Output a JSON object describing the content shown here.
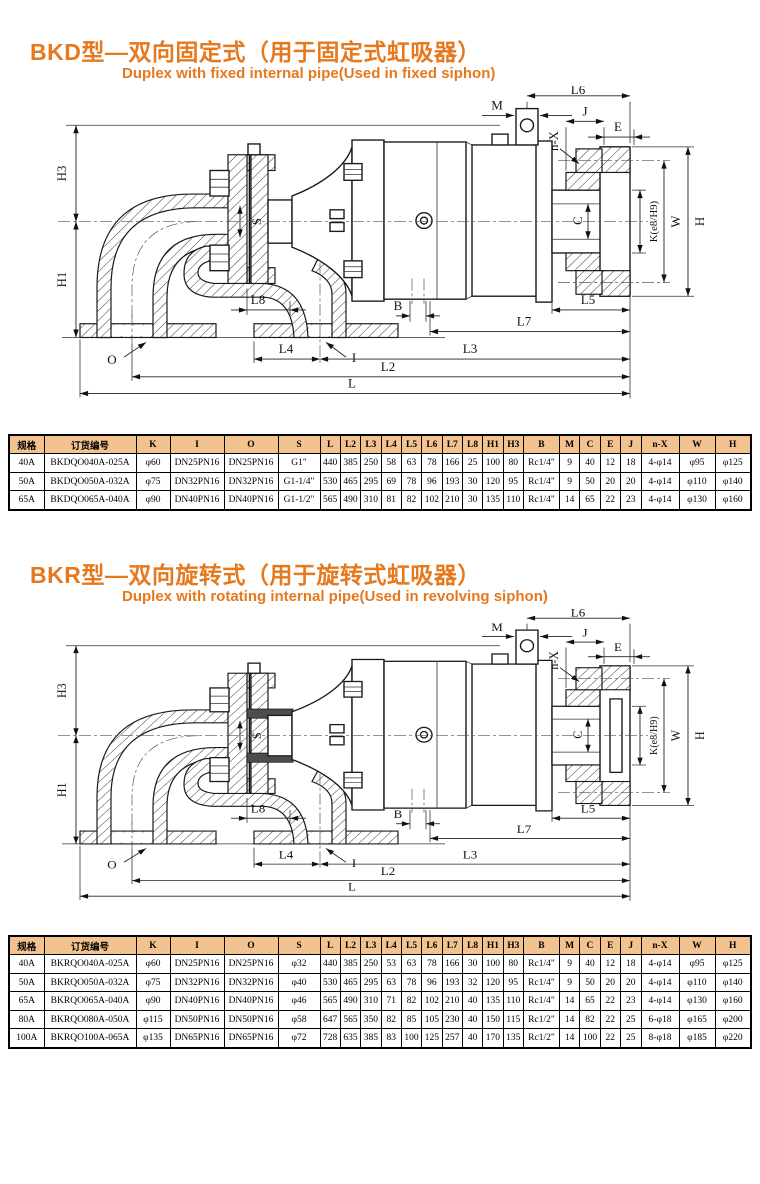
{
  "page": {
    "accent_orange": "#e6781d",
    "table_header_bg": "#f2c28f"
  },
  "sections": [
    {
      "id": "bkd",
      "title_zh": "BKD型—双向固定式（用于固定式虹吸器）",
      "title_en": "Duplex with fixed internal pipe(Used in fixed siphon)"
    },
    {
      "id": "bkr",
      "title_zh": "BKR型—双向旋转式（用于旋转式虹吸器）",
      "title_en": "Duplex with rotating internal pipe(Used in revolving siphon)"
    }
  ],
  "drawing_labels": {
    "h3": "H3",
    "h1": "H1",
    "m": "M",
    "l6": "L6",
    "j": "J",
    "e": "E",
    "nx": "n-X",
    "s": "S",
    "o": "O",
    "i": "I",
    "l8": "L8",
    "l4": "L4",
    "l3": "L3",
    "l2": "L2",
    "l": "L",
    "l7": "L7",
    "l5": "L5",
    "b": "B",
    "c": "C",
    "k": "K(e8/H9)",
    "w": "W",
    "h": "H"
  },
  "tables": {
    "bkd": {
      "columns": [
        "规格",
        "订货编号",
        "K",
        "I",
        "O",
        "S",
        "L",
        "L2",
        "L3",
        "L4",
        "L5",
        "L6",
        "L7",
        "L8",
        "H1",
        "H3",
        "B",
        "M",
        "C",
        "E",
        "J",
        "n-X",
        "W",
        "H"
      ],
      "rows": [
        [
          "40A",
          "BKDQO040A-025A",
          "φ60",
          "DN25PN16",
          "DN25PN16",
          "G1\"",
          "440",
          "385",
          "250",
          "58",
          "63",
          "78",
          "166",
          "25",
          "100",
          "80",
          "Rc1/4\"",
          "9",
          "40",
          "12",
          "18",
          "4-φ14",
          "φ95",
          "φ125"
        ],
        [
          "50A",
          "BKDQO050A-032A",
          "φ75",
          "DN32PN16",
          "DN32PN16",
          "G1-1/4\"",
          "530",
          "465",
          "295",
          "69",
          "78",
          "96",
          "193",
          "30",
          "120",
          "95",
          "Rc1/4\"",
          "9",
          "50",
          "20",
          "20",
          "4-φ14",
          "φ110",
          "φ140"
        ],
        [
          "65A",
          "BKDQO065A-040A",
          "φ90",
          "DN40PN16",
          "DN40PN16",
          "G1-1/2\"",
          "565",
          "490",
          "310",
          "81",
          "82",
          "102",
          "210",
          "30",
          "135",
          "110",
          "Rc1/4\"",
          "14",
          "65",
          "22",
          "23",
          "4-φ14",
          "φ130",
          "φ160"
        ]
      ]
    },
    "bkr": {
      "columns": [
        "规格",
        "订货编号",
        "K",
        "I",
        "O",
        "S",
        "L",
        "L2",
        "L3",
        "L4",
        "L5",
        "L6",
        "L7",
        "L8",
        "H1",
        "H3",
        "B",
        "M",
        "C",
        "E",
        "J",
        "n-X",
        "W",
        "H"
      ],
      "rows": [
        [
          "40A",
          "BKRQO040A-025A",
          "φ60",
          "DN25PN16",
          "DN25PN16",
          "φ32",
          "440",
          "385",
          "250",
          "53",
          "63",
          "78",
          "166",
          "30",
          "100",
          "80",
          "Rc1/4\"",
          "9",
          "40",
          "12",
          "18",
          "4-φ14",
          "φ95",
          "φ125"
        ],
        [
          "50A",
          "BKRQO050A-032A",
          "φ75",
          "DN32PN16",
          "DN32PN16",
          "φ40",
          "530",
          "465",
          "295",
          "63",
          "78",
          "96",
          "193",
          "32",
          "120",
          "95",
          "Rc1/4\"",
          "9",
          "50",
          "20",
          "20",
          "4-φ14",
          "φ110",
          "φ140"
        ],
        [
          "65A",
          "BKRQO065A-040A",
          "φ90",
          "DN40PN16",
          "DN40PN16",
          "φ46",
          "565",
          "490",
          "310",
          "71",
          "82",
          "102",
          "210",
          "40",
          "135",
          "110",
          "Rc1/4\"",
          "14",
          "65",
          "22",
          "23",
          "4-φ14",
          "φ130",
          "φ160"
        ],
        [
          "80A",
          "BKRQO080A-050A",
          "φ115",
          "DN50PN16",
          "DN50PN16",
          "φ58",
          "647",
          "565",
          "350",
          "82",
          "85",
          "105",
          "230",
          "40",
          "150",
          "115",
          "Rc1/2\"",
          "14",
          "82",
          "22",
          "25",
          "6-φ18",
          "φ165",
          "φ200"
        ],
        [
          "100A",
          "BKRQO100A-065A",
          "φ135",
          "DN65PN16",
          "DN65PN16",
          "φ72",
          "728",
          "635",
          "385",
          "83",
          "100",
          "125",
          "257",
          "40",
          "170",
          "135",
          "Rc1/2\"",
          "14",
          "100",
          "22",
          "25",
          "8-φ18",
          "φ185",
          "φ220"
        ]
      ]
    }
  }
}
